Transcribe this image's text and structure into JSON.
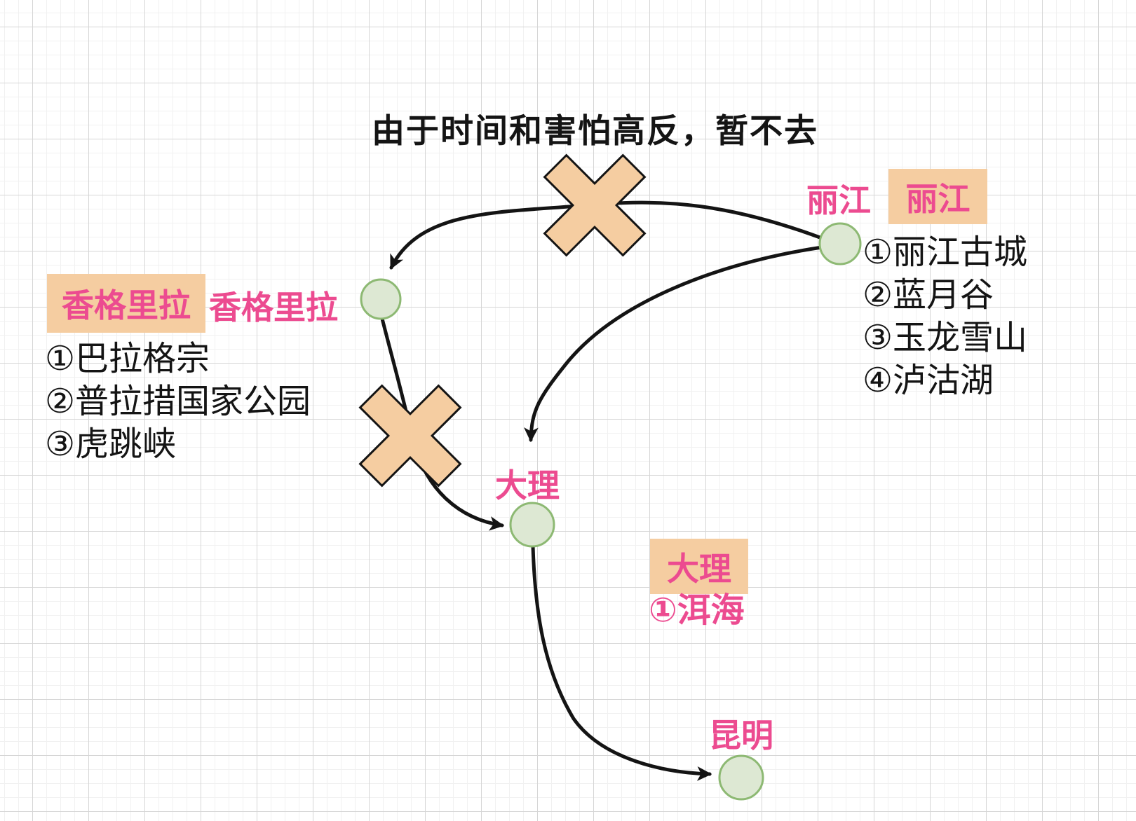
{
  "canvas": {
    "note": "由于时间和害怕高反，暂不去"
  },
  "colors": {
    "pink": "#ec4b90",
    "highlight": "#f5cda1",
    "node_fill": "#dde8d3",
    "node_stroke": "#8db973",
    "line": "#141414",
    "text": "#141414"
  },
  "cities": {
    "lijiang": {
      "label": "丽江",
      "tag": "丽江",
      "attractions": [
        "①丽江古城",
        "②蓝月谷",
        "③玉龙雪山",
        "④泸沽湖"
      ]
    },
    "shangrila": {
      "label": "香格里拉",
      "tag": "香格里拉",
      "attractions": [
        "①巴拉格宗",
        "②普拉措国家公园",
        "③虎跳峡"
      ]
    },
    "dali": {
      "label": "大理",
      "tag": "大理",
      "attractions": [
        "①洱海"
      ]
    },
    "kunming": {
      "label": "昆明"
    }
  }
}
